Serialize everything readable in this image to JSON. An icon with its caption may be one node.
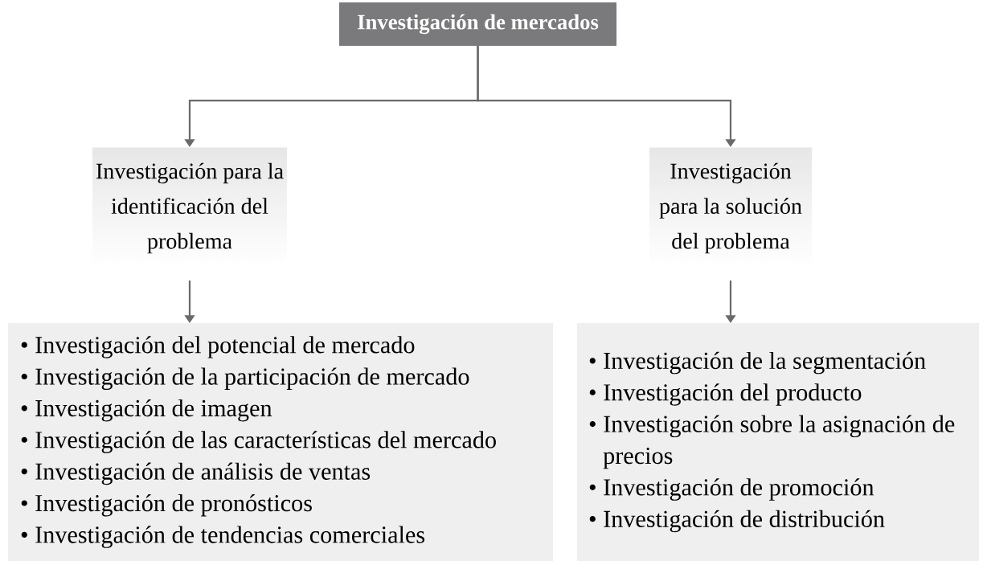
{
  "diagram": {
    "nodes": [
      {
        "text": [
          "Investigación de mercados"
        ]
      },
      {
        "text": [
          "Investigación para la identificación del problema"
        ]
      },
      {
        "text": [
          "Investigación para la solución del problema"
        ]
      },
      {
        "text": [
          "• Investigación del potencial de mercado",
          "• Investigación de la participación de mercado",
          "• Investigación de imagen",
          "• Investigación de las características del mercado",
          "• Investigación de análisis de ventas",
          "• Investigación de pronósticos",
          "• Investigación de tendencias comerciales"
        ]
      },
      {
        "text": [
          "• Investigación de la segmentación",
          "• Investigación del producto",
          "• Investigación sobre la asignación de precios",
          "• Investigación de promoción",
          "• Investigación de distribución"
        ]
      }
    ],
    "edges": [
      {
        "from": 0,
        "to": 1,
        "arrow": "to"
      },
      {
        "from": 0,
        "to": 2,
        "arrow": "to"
      },
      {
        "from": 1,
        "to": 3,
        "arrow": "to"
      },
      {
        "from": 2,
        "to": 4,
        "arrow": "to"
      }
    ]
  }
}
